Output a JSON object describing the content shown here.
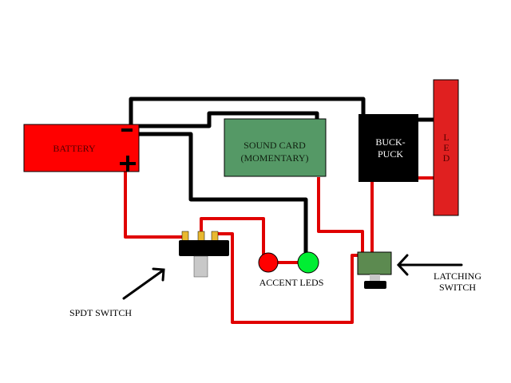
{
  "diagram": {
    "title": "",
    "components": {
      "battery": {
        "label": "BATTERY",
        "neg_symbol": "−",
        "pos_symbol": "+",
        "color": "#ff0000"
      },
      "sound_card": {
        "label_line1": "SOUND CARD",
        "label_line2": "(MOMENTARY)",
        "color": "#559966"
      },
      "buckpuck": {
        "label_line1": "BUCK-",
        "label_line2": "PUCK",
        "color": "#000000"
      },
      "led": {
        "label": "L E D",
        "letters": [
          "L",
          "E",
          "D"
        ],
        "color": "#e02020"
      },
      "accent_leds": {
        "label": "ACCENT LEDS",
        "red_color": "#ff0000",
        "green_color": "#00ee33"
      },
      "spdt_switch": {
        "label": "SPDT SWITCH"
      },
      "latching_switch": {
        "label_line1": "LATCHING",
        "label_line2": "SWITCH",
        "color": "#5c8a50"
      }
    },
    "wire_colors": {
      "negative": "#000000",
      "positive": "#e00000"
    }
  }
}
